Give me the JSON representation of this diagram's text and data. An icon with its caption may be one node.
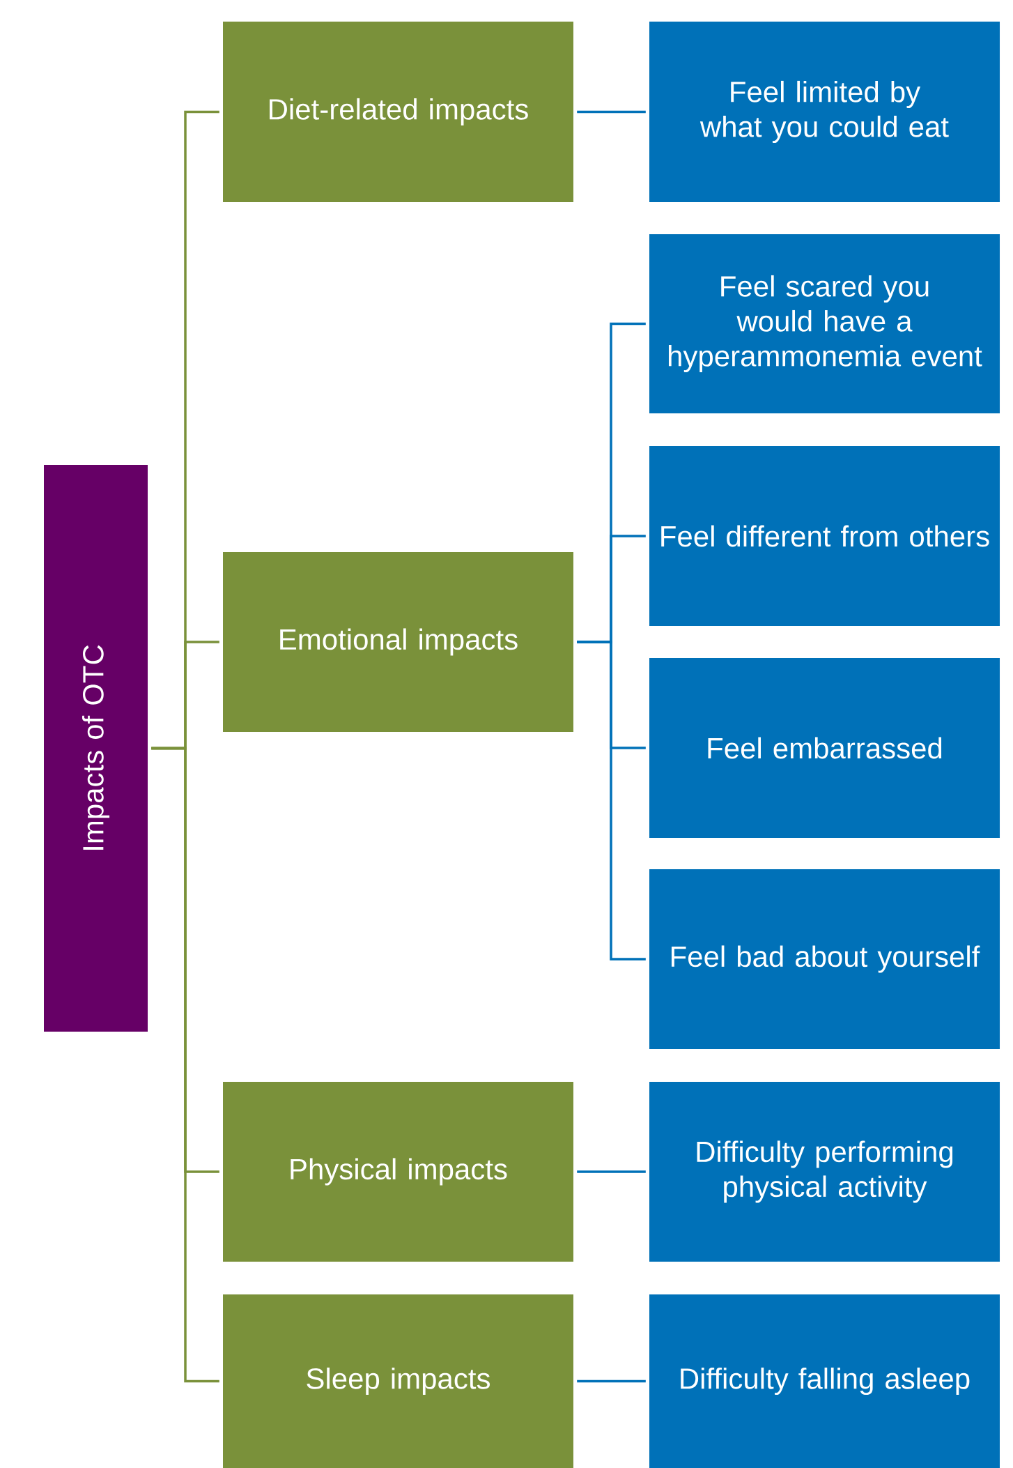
{
  "diagram": {
    "nodes": [
      {
        "text": [
          "Impacts of OTC"
        ]
      },
      {
        "text": [
          "Diet-related impacts"
        ]
      },
      {
        "text": [
          "Feel limited by what you could eat"
        ]
      },
      {
        "text": [
          "Emotional impacts"
        ]
      },
      {
        "text": [
          "Feel scared you would have a hyperammonemia event"
        ]
      },
      {
        "text": [
          "Feel different from others"
        ]
      },
      {
        "text": [
          "Feel embarrassed"
        ]
      },
      {
        "text": [
          "Feel bad about yourself"
        ]
      },
      {
        "text": [
          "Physical impacts"
        ]
      },
      {
        "text": [
          "Difficulty performing physical activity"
        ]
      },
      {
        "text": [
          "Sleep impacts"
        ]
      },
      {
        "text": [
          "Difficulty falling asleep"
        ]
      }
    ],
    "edges": [
      {
        "from": 0,
        "to": 1,
        "arrow": "none",
        "color": "#7a913a"
      },
      {
        "from": 0,
        "to": 3,
        "arrow": "none",
        "color": "#7a913a"
      },
      {
        "from": 0,
        "to": 8,
        "arrow": "none",
        "color": "#7a913a"
      },
      {
        "from": 0,
        "to": 10,
        "arrow": "none",
        "color": "#7a913a"
      },
      {
        "from": 1,
        "to": 2,
        "arrow": "none"
      },
      {
        "from": 3,
        "to": 4,
        "arrow": "none"
      },
      {
        "from": 3,
        "to": 5,
        "arrow": "none"
      },
      {
        "from": 3,
        "to": 6,
        "arrow": "none"
      },
      {
        "from": 3,
        "to": 7,
        "arrow": "none"
      },
      {
        "from": 8,
        "to": 9,
        "arrow": "none"
      },
      {
        "from": 10,
        "to": 11,
        "arrow": "none"
      }
    ]
  }
}
